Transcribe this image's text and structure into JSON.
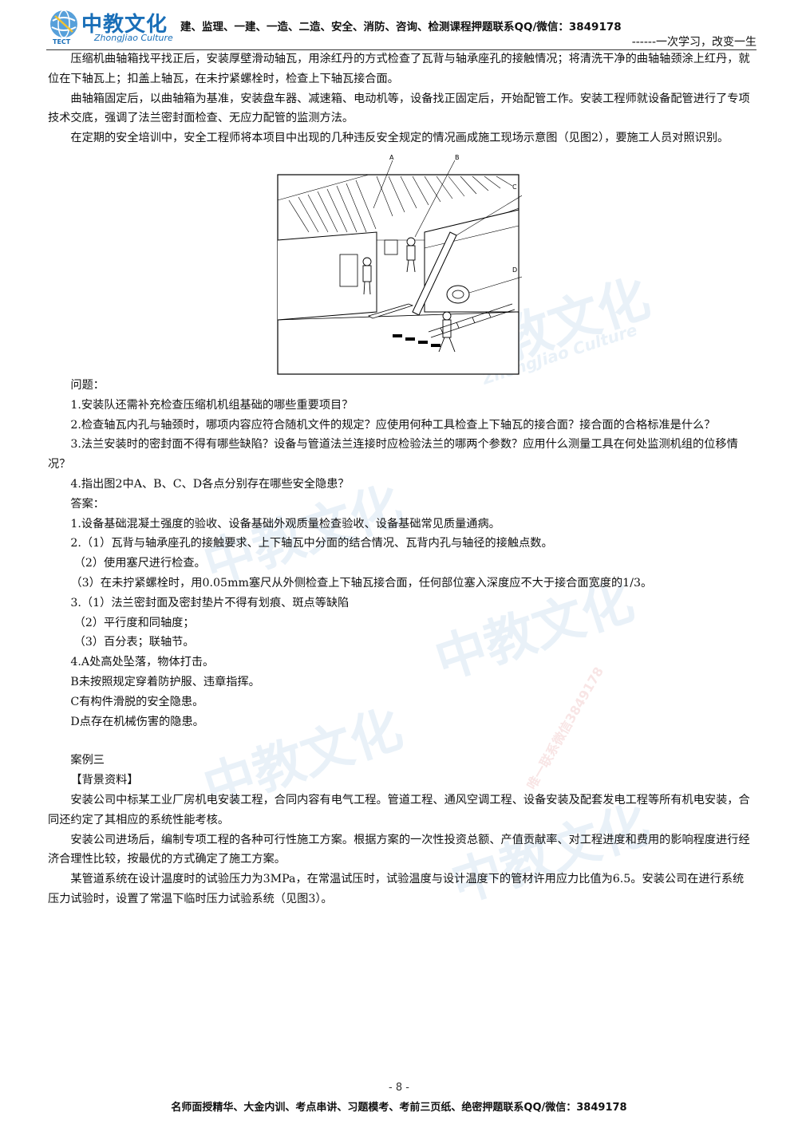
{
  "header": {
    "logo_text": "中教文化",
    "logo_sub": "ZhongJiao Culture",
    "logo_tect": "TECT",
    "contact": "建、监理、一建、一造、二造、安全、消防、咨询、检测课程押题联系QQ/微信：3849178",
    "slogan": "------一次学习，改变一生"
  },
  "paragraphs": [
    "压缩机曲轴箱找平找正后，安装厚壁滑动轴瓦，用涂红丹的方式检查了瓦背与轴承座孔的接触情况；将清洗干净的曲轴轴颈涂上红丹，就位在下轴瓦上；扣盖上轴瓦，在未拧紧螺栓时，检查上下轴瓦接合面。",
    "曲轴箱固定后，以曲轴箱为基准，安装盘车器、减速箱、电动机等，设备找正固定后，开始配管工作。安装工程师就设备配管进行了专项技术交底，强调了法兰密封面检查、无应力配管的监测方法。",
    "在定期的安全培训中，安全工程师将本项目中出现的几种违反安全规定的情况画成施工现场示意图（见图2），要施工人员对照识别。"
  ],
  "figure": {
    "labels": [
      "A",
      "B",
      "C",
      "D"
    ]
  },
  "questions": {
    "heading": "问题：",
    "items": [
      "1.安装队还需补充检查压缩机机组基础的哪些重要项目？",
      "2.检查轴瓦内孔与轴颈时，哪项内容应符合随机文件的规定？应使用何种工具检查上下轴瓦的接合面？接合面的合格标准是什么？",
      "3.法兰安装时的密封面不得有哪些缺陷？设备与管道法兰连接时应检验法兰的哪两个参数？应用什么测量工具在何处监测机组的位移情况？",
      "4.指出图2中A、B、C、D各点分别存在哪些安全隐患？"
    ]
  },
  "answers": {
    "heading": "答案：",
    "a1": "1.设备基础混凝土强度的验收、设备基础外观质量检查验收、设备基础常见质量通病。",
    "a2_1": "2.（1）瓦背与轴承座孔的接触要求、上下轴瓦中分面的结合情况、瓦背内孔与轴径的接触点数。",
    "a2_2": "（2）使用塞尺进行检查。",
    "a2_3": "（3）在未拧紧螺栓时，用0.05mm塞尺从外侧检查上下轴瓦接合面，任何部位塞入深度应不大于接合面宽度的1/3。",
    "a3_1": "3.（1）法兰密封面及密封垫片不得有划痕、斑点等缺陷",
    "a3_2": "（2）平行度和同轴度；",
    "a3_3": "（3）百分表；联轴节。",
    "a4_1": "4.A处高处坠落，物体打击。",
    "a4_2": "B未按照规定穿着防护服、违章指挥。",
    "a4_3": "C有构件滑脱的安全隐患。",
    "a4_4": "D点存在机械伤害的隐患。"
  },
  "case3": {
    "title": "案例三",
    "bg_heading": "【背景资料】",
    "p1": "安装公司中标某工业厂房机电安装工程，合同内容有电气工程。管道工程、通风空调工程、设备安装及配套发电工程等所有机电安装，合同还约定了其相应的系统性能考核。",
    "p2": "安装公司进场后，编制专项工程的各种可行性施工方案。根据方案的一次性投资总额、产值贡献率、对工程进度和费用的影响程度进行经济合理性比较，按最优的方式确定了施工方案。",
    "p3": "某管道系统在设计温度时的试验压力为3MPa，在常温试压时，试验温度与设计温度下的管材许用应力比值为6.5。安装公司在进行系统压力试验时，设置了常温下临时压力试验系统（见图3）。"
  },
  "page_number": "- 8 -",
  "footer": "名师面授精华、大金内训、考点串讲、习题模考、考前三页纸、绝密押题联系QQ/微信：3849178",
  "watermarks": [
    "中教文化",
    "ZhongJiao Culture",
    "唯一联系微信3849178"
  ]
}
